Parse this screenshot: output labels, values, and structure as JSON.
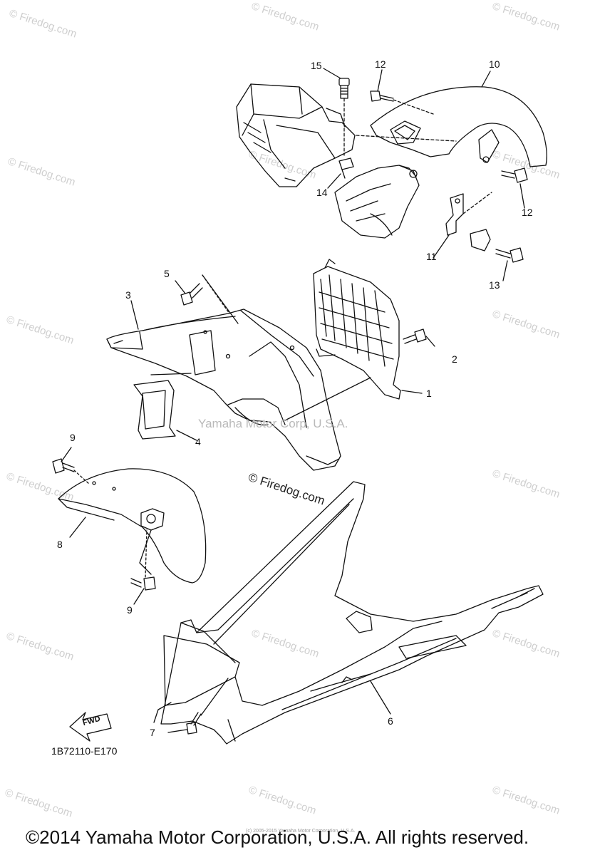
{
  "watermark": "© Firedog.com",
  "center_watermark": "Yamaha Motor Corp, U.S.A.",
  "center_firedog": "© Firedog.com",
  "diagram_code": "1B72110-E170",
  "fwd_label": "FWD",
  "tiny_text": "(c) 2005-2015 Yamaha Motor Corporation, U.S.A.",
  "copyright": "©2014 Yamaha Motor Corporation, U.S.A. All rights reserved.",
  "callouts": {
    "c1": "1",
    "c2": "2",
    "c3": "3",
    "c4": "4",
    "c5": "5",
    "c6": "6",
    "c7": "7",
    "c8": "8",
    "c9a": "9",
    "c9b": "9",
    "c10": "10",
    "c11": "11",
    "c12a": "12",
    "c12b": "12",
    "c13": "13",
    "c14": "14",
    "c15": "15"
  },
  "colors": {
    "line": "#111111",
    "watermark": "#cfcfcf"
  }
}
